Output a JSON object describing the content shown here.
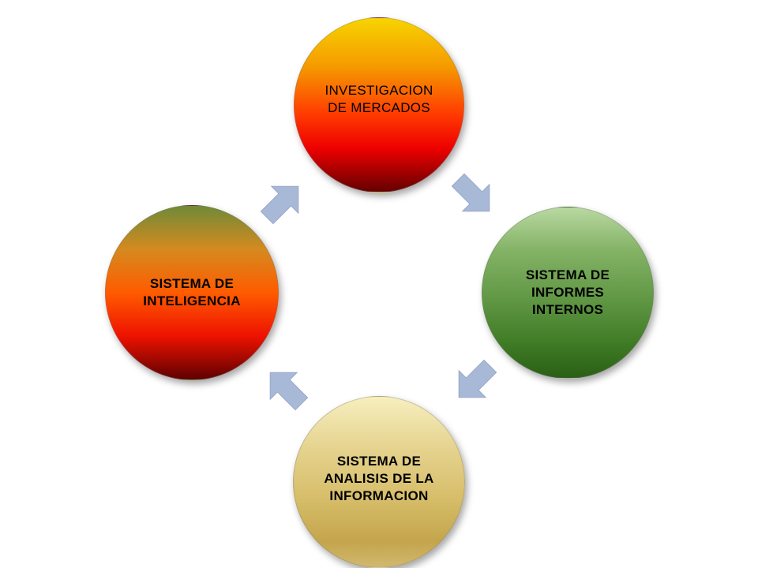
{
  "diagram": {
    "nodes": {
      "top": {
        "label": "INVESTIGACION\nDE MERCADOS",
        "color": "#f5a000"
      },
      "right": {
        "label": "SISTEMA DE\nINFORMES\nINTERNOS",
        "color": "#5f9643"
      },
      "bottom": {
        "label": "SISTEMA DE\nANALISIS DE LA\nINFORMACION",
        "color": "#d6bd69"
      },
      "left": {
        "label": "SISTEMA DE\nINTELIGENCIA",
        "color": "#ff5b00"
      }
    },
    "arrow_color": "#a8b8d7",
    "flow": [
      "top",
      "right",
      "bottom",
      "left"
    ]
  }
}
